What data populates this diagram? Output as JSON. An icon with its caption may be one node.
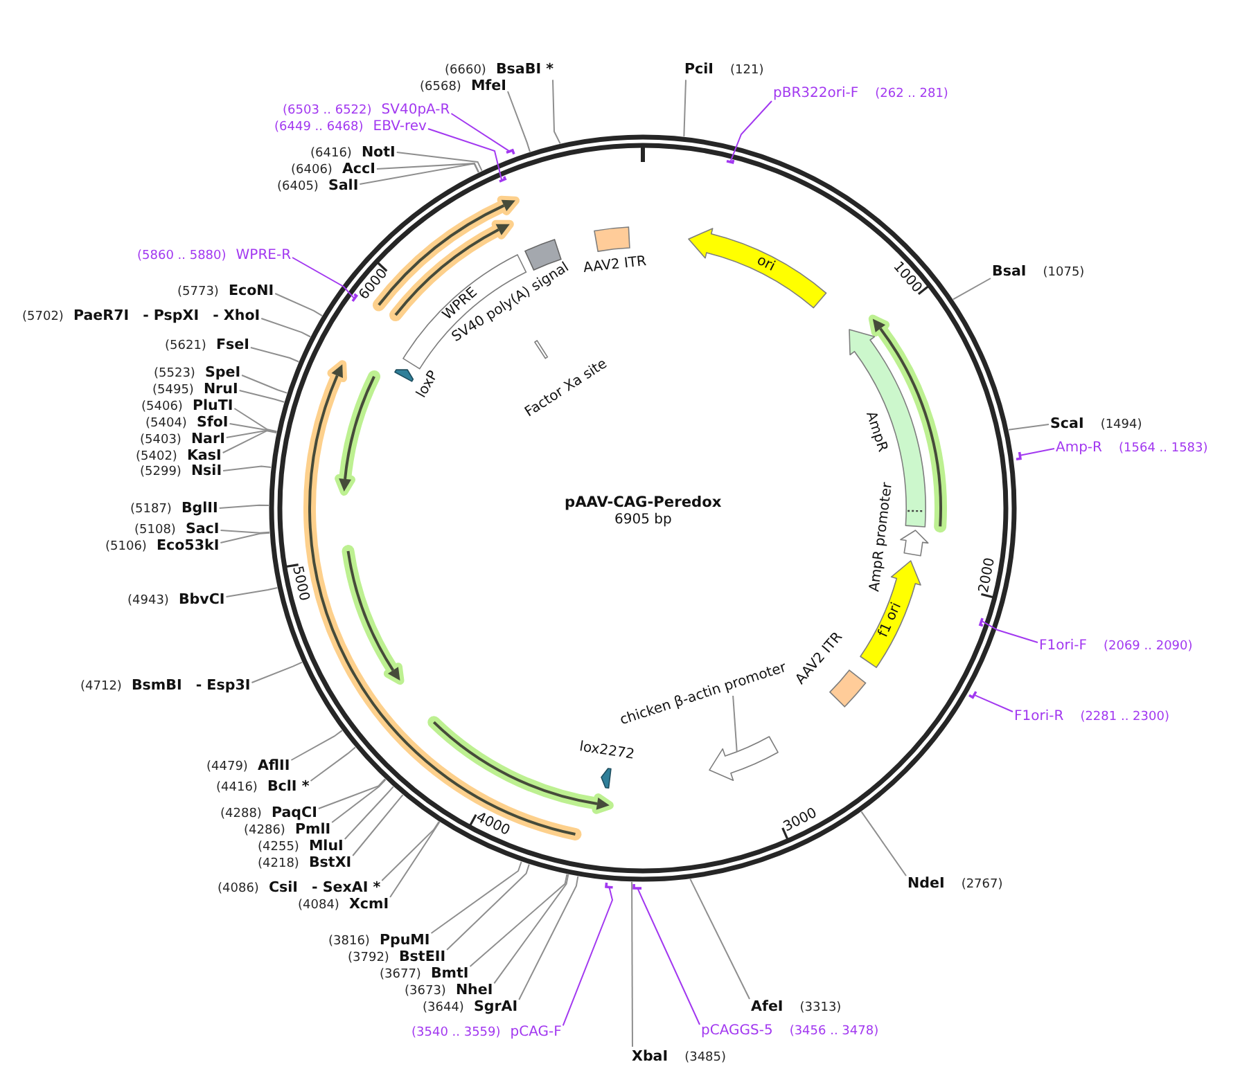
{
  "diagram": {
    "nodes": [
      {
        "text": [
          "pAAV-CAG-Peredox",
          "6905 bp"
        ]
      },
      {
        "text": [
          "ori"
        ],
        "in": 0
      },
      {
        "text": [],
        "shape": "arrow",
        "beside": [
          "AmpR"
        ],
        "in": 0
      },
      {
        "text": [],
        "shape": "arrow",
        "in": 0
      },
      {
        "text": [
          "f1 ori"
        ],
        "in": 0
      },
      {
        "text": [],
        "shape": "box",
        "beside": [
          "AAV2 ITR"
        ],
        "in": 0
      },
      {
        "text": [
          "chicken β-actin promoter"
        ],
        "in": 0
      },
      {
        "text": [],
        "shape": "arrow",
        "in": 0
      },
      {
        "text": [],
        "shape": "arrow",
        "beside": [
          "lox2272"
        ],
        "in": 0
      },
      {
        "text": [],
        "shape": "arrow",
        "beside": [
          "loxP"
        ],
        "in": 0
      },
      {
        "text": [
          "WPRE"
        ],
        "in": 0
      },
      {
        "text": [],
        "shape": "box",
        "beside": [
          "Factor Xa site"
        ],
        "in": 0
      },
      {
        "text": [],
        "shape": "box",
        "beside": [
          "SV40 poly(A) signal"
        ],
        "in": 0
      },
      {
        "text": [],
        "shape": "box",
        "beside": [
          "AAV2 ITR"
        ],
        "in": 0
      },
      {
        "text": [
          "PciI",
          "(121)"
        ]
      },
      {
        "text": [
          "pBR322ori-F",
          "(262 .. 281)"
        ]
      },
      {
        "text": [],
        "shape": "bar",
        "in": 0
      },
      {
        "text": [
          "BsaI",
          "(1075)"
        ]
      },
      {
        "text": [
          "ScaI",
          "(1494)"
        ]
      },
      {
        "text": [
          "Amp-R",
          "(1564 .. 1583)"
        ]
      },
      {
        "text": [],
        "shape": "bar"
      },
      {
        "text": [
          "F1ori-F",
          "(2069 .. 2090)"
        ]
      },
      {
        "text": [],
        "shape": "bar",
        "in": 0
      },
      {
        "text": [
          "F1ori-R",
          "(2281 .. 2300)"
        ]
      },
      {
        "text": [],
        "shape": "bar"
      },
      {
        "text": [
          "NdeI",
          "(2767)"
        ]
      },
      {
        "text": [
          "AfeI",
          "(3313)"
        ]
      },
      {
        "text": [
          "pCAGGS-5",
          "(3456 .. 3478)"
        ]
      },
      {
        "text": [],
        "shape": "bar"
      },
      {
        "text": [
          "XbaI",
          "(3485)"
        ]
      },
      {
        "text": [
          "(3540 .. 3559)",
          "pCAG-F"
        ]
      },
      {
        "text": [],
        "shape": "bar"
      },
      {
        "text": [
          "(3644)",
          "SgrAI"
        ]
      },
      {
        "text": [
          "(3673)",
          "NheI"
        ]
      },
      {
        "text": [
          "(3677)",
          "BmtI"
        ]
      },
      {
        "text": [
          "(3792)",
          "BstEII"
        ]
      },
      {
        "text": [
          "(3816)",
          "PpuMI"
        ]
      },
      {
        "text": [
          "(4084)",
          "XcmI"
        ]
      },
      {
        "text": [
          "(4086)",
          "CsiI",
          "- SexAI *"
        ]
      },
      {
        "text": [
          "(4218)",
          "BstXI"
        ]
      },
      {
        "text": [
          "(4255)",
          "MluI"
        ]
      },
      {
        "text": [
          "(4286)",
          "PmlI"
        ]
      },
      {
        "text": [
          "(4288)",
          "PaqCI"
        ]
      },
      {
        "text": [
          "(4416)",
          "BclI *"
        ]
      },
      {
        "text": [
          "(4479)",
          "AflII"
        ]
      },
      {
        "text": [
          "(4712)",
          "BsmBI",
          "- Esp3I"
        ]
      },
      {
        "text": [
          "(4943)",
          "BbvCI"
        ]
      },
      {
        "text": [
          "(5106)",
          "Eco53kI"
        ]
      },
      {
        "text": [
          "(5108)",
          "SacI"
        ]
      },
      {
        "text": [
          "(5187)",
          "BglII"
        ]
      },
      {
        "text": [
          "(5299)",
          "NsiI"
        ]
      },
      {
        "text": [
          "(5402)",
          "KasI"
        ]
      },
      {
        "text": [
          "(5403)",
          "NarI"
        ]
      },
      {
        "text": [
          "(5404)",
          "SfoI"
        ]
      },
      {
        "text": [
          "(5406)",
          "PluTI"
        ]
      },
      {
        "text": [
          "(5495)",
          "NruI"
        ]
      },
      {
        "text": [
          "(5523)",
          "SpeI"
        ]
      },
      {
        "text": [
          "(5621)",
          "FseI"
        ]
      },
      {
        "text": [
          "(5702)",
          "PaeR7I",
          "- PspXI",
          "- XhoI"
        ]
      },
      {
        "text": [
          "(5773)",
          "EcoNI"
        ]
      },
      {
        "text": [
          "(5860 .. 5880)",
          "WPRE-R"
        ]
      },
      {
        "text": [],
        "shape": "bar",
        "in": 0
      },
      {
        "text": [
          "(6405)",
          "SalI"
        ]
      },
      {
        "text": [
          "(6406)",
          "AccI"
        ]
      },
      {
        "text": [
          "(6416)",
          "NotI"
        ]
      },
      {
        "text": [
          "(6449 .. 6468)",
          "EBV-rev"
        ]
      },
      {
        "text": [],
        "shape": "bar",
        "in": 0
      },
      {
        "text": [
          "(6503 .. 6522)",
          "SV40pA-R"
        ]
      },
      {
        "text": [],
        "shape": "bar"
      },
      {
        "text": [
          "(6568)",
          "MfeI"
        ]
      },
      {
        "text": [
          "(6660)",
          "BsaBI *"
        ]
      }
    ],
    "edges": [
      {
        "from": 6,
        "to": 7,
        "arrow": "none"
      },
      {
        "from": 14,
        "to": 0,
        "arrow": "none"
      },
      {
        "from": 15,
        "to": 16,
        "arrow": "none",
        "color": "#a238f0"
      },
      {
        "from": 17,
        "to": 0,
        "arrow": "none"
      },
      {
        "from": 18,
        "to": 0,
        "arrow": "none"
      },
      {
        "from": 19,
        "to": 20,
        "arrow": "none",
        "color": "#a238f0"
      },
      {
        "from": 21,
        "to": 22,
        "arrow": "none",
        "color": "#a238f0"
      },
      {
        "from": 23,
        "to": 24,
        "arrow": "none",
        "color": "#a238f0"
      },
      {
        "from": 25,
        "to": 0,
        "arrow": "none"
      },
      {
        "from": 26,
        "to": 0,
        "arrow": "none"
      },
      {
        "from": 27,
        "to": 28,
        "arrow": "none",
        "color": "#a238f0"
      },
      {
        "from": 29,
        "to": 0,
        "arrow": "none"
      },
      {
        "from": 30,
        "to": 31,
        "arrow": "none",
        "color": "#a238f0"
      },
      {
        "from": 32,
        "to": 0,
        "arrow": "none"
      },
      {
        "from": 33,
        "to": 0,
        "arrow": "none"
      },
      {
        "from": 34,
        "to": 0,
        "arrow": "none"
      },
      {
        "from": 35,
        "to": 0,
        "arrow": "none"
      },
      {
        "from": 36,
        "to": 0,
        "arrow": "none"
      },
      {
        "from": 37,
        "to": 0,
        "arrow": "none"
      },
      {
        "from": 38,
        "to": 0,
        "arrow": "none"
      },
      {
        "from": 39,
        "to": 0,
        "arrow": "none"
      },
      {
        "from": 40,
        "to": 0,
        "arrow": "none"
      },
      {
        "from": 41,
        "to": 0,
        "arrow": "none"
      },
      {
        "from": 42,
        "to": 0,
        "arrow": "none"
      },
      {
        "from": 43,
        "to": 0,
        "arrow": "none"
      },
      {
        "from": 44,
        "to": 0,
        "arrow": "none"
      },
      {
        "from": 45,
        "to": 0,
        "arrow": "none"
      },
      {
        "from": 46,
        "to": 0,
        "arrow": "none"
      },
      {
        "from": 47,
        "to": 0,
        "arrow": "none"
      },
      {
        "from": 48,
        "to": 0,
        "arrow": "none"
      },
      {
        "from": 49,
        "to": 0,
        "arrow": "none"
      },
      {
        "from": 50,
        "to": 0,
        "arrow": "none"
      },
      {
        "from": 51,
        "to": 0,
        "arrow": "none"
      },
      {
        "from": 52,
        "to": 0,
        "arrow": "none"
      },
      {
        "from": 53,
        "to": 0,
        "arrow": "none"
      },
      {
        "from": 54,
        "to": 0,
        "arrow": "none"
      },
      {
        "from": 55,
        "to": 0,
        "arrow": "none"
      },
      {
        "from": 56,
        "to": 0,
        "arrow": "none"
      },
      {
        "from": 57,
        "to": 0,
        "arrow": "none"
      },
      {
        "from": 58,
        "to": 0,
        "arrow": "none"
      },
      {
        "from": 59,
        "to": 0,
        "arrow": "none"
      },
      {
        "from": 60,
        "to": 61,
        "arrow": "none",
        "color": "#a238f0"
      },
      {
        "from": 62,
        "to": 0,
        "arrow": "none"
      },
      {
        "from": 63,
        "to": 0,
        "arrow": "none"
      },
      {
        "from": 64,
        "to": 0,
        "arrow": "none"
      },
      {
        "from": 65,
        "to": 66,
        "arrow": "none",
        "color": "#a238f0"
      },
      {
        "from": 67,
        "to": 68,
        "arrow": "none",
        "color": "#a238f0"
      },
      {
        "from": 69,
        "to": 0,
        "arrow": "none"
      },
      {
        "from": 70,
        "to": 0,
        "arrow": "none"
      }
    ],
    "labels": [
      "1000",
      "AmpR promoter",
      "2000",
      "3000",
      "4000",
      "5000",
      "6000"
    ]
  }
}
